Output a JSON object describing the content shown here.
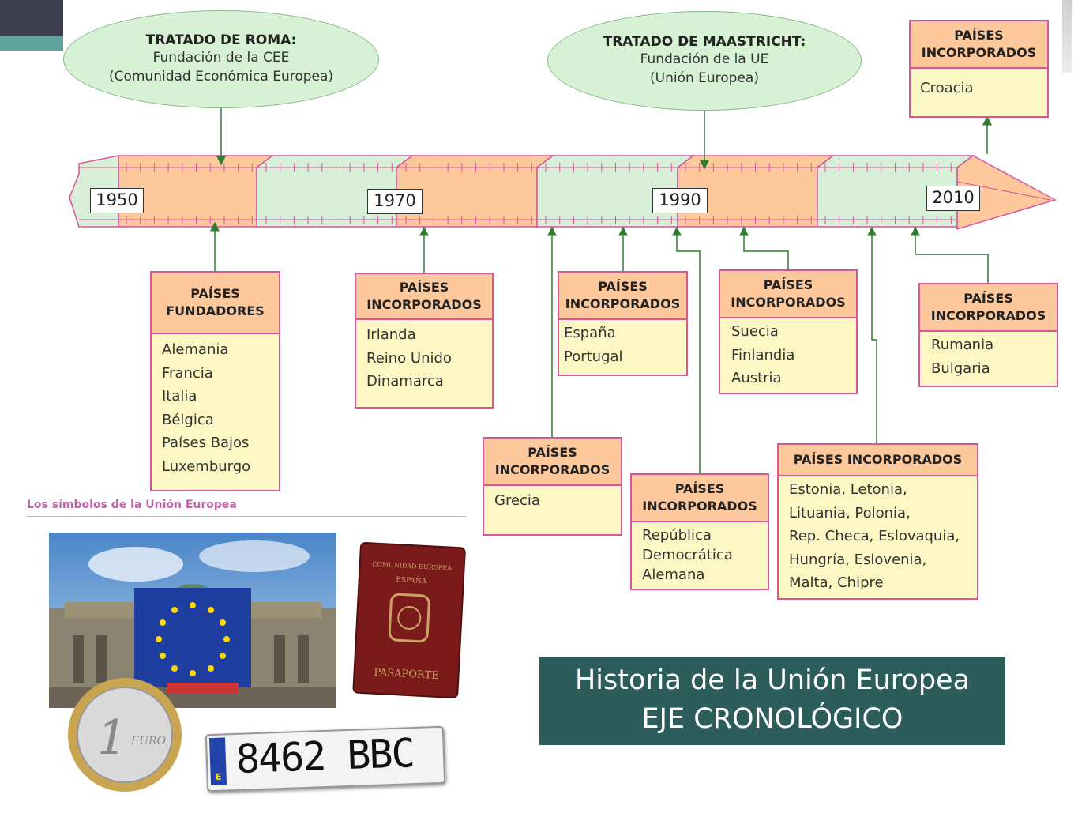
{
  "title": {
    "line1": "Historia de la Unión Europea",
    "line2": "EJE CRONOLÓGICO"
  },
  "treaties": [
    {
      "name": "TRATADO DE ROMA:",
      "line1": "Fundación de la CEE",
      "line2": "(Comunidad Económica Europea)"
    },
    {
      "name": "TRATADO DE MAASTRICHT:",
      "line1": "Fundación de la UE",
      "line2": "(Unión Europea)"
    }
  ],
  "years": [
    "1950",
    "1970",
    "1990",
    "2010"
  ],
  "groups": [
    {
      "header": [
        "PAÍSES",
        "INCORPORADOS"
      ],
      "countries": [
        "Croacia"
      ]
    },
    {
      "header": [
        "PAÍSES",
        "FUNDADORES"
      ],
      "countries": [
        "Alemania",
        "Francia",
        "Italia",
        "Bélgica",
        "Países Bajos",
        "Luxemburgo"
      ]
    },
    {
      "header": [
        "PAÍSES",
        "INCORPORADOS"
      ],
      "countries": [
        "Irlanda",
        "Reino Unido",
        "Dinamarca"
      ]
    },
    {
      "header": [
        "PAÍSES",
        "INCORPORADOS"
      ],
      "countries": [
        "Grecia"
      ]
    },
    {
      "header": [
        "PAÍSES",
        "INCORPORADOS"
      ],
      "countries": [
        "España",
        "Portugal"
      ]
    },
    {
      "header": [
        "PAÍSES",
        "INCORPORADOS"
      ],
      "countries": [
        "República",
        "Democrática",
        "Alemana"
      ]
    },
    {
      "header": [
        "PAÍSES",
        "INCORPORADOS"
      ],
      "countries": [
        "Suecia",
        "Finlandia",
        "Austria"
      ]
    },
    {
      "header": [
        "PAÍSES INCORPORADOS"
      ],
      "countries": [
        "Estonia, Letonia,",
        "Lituania, Polonia,",
        "Rep. Checa, Eslovaquia,",
        "Hungría, Eslovenia,",
        "Malta, Chipre"
      ]
    },
    {
      "header": [
        "PAÍSES",
        "INCORPORADOS"
      ],
      "countries": [
        "Rumania",
        "Bulgaria"
      ]
    }
  ],
  "symbols": {
    "title": "Los símbolos de la Unión Europea",
    "passport_country": "ESPAÑA",
    "passport_label": "PASAPORTE",
    "coin_value": "1",
    "coin_text": "EURO",
    "plate_country": "E",
    "plate_number": "8462 BBC"
  },
  "colors": {
    "band_orange": "#fcc89c",
    "band_green": "#d6efd6",
    "border_pink": "#d7559b",
    "arrow_green": "#2e7d32",
    "box_fill": "#fdf8c3",
    "title_bg": "#2c5d5b"
  }
}
